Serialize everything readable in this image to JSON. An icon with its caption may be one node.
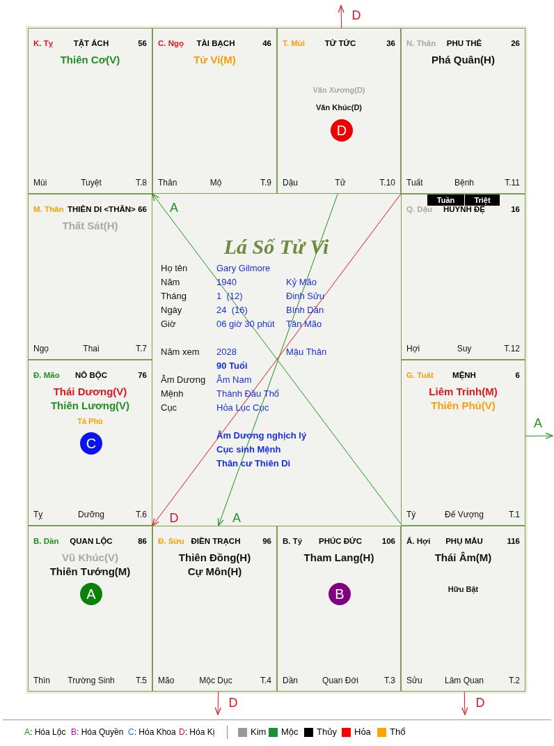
{
  "diagram": {
    "nodes": [
      {
        "text": [
          "K. Tỵ",
          "TẬT ÁCH",
          "56",
          "Thiên Cơ(V)",
          "Mùi",
          "Tuyệt",
          "T.8"
        ]
      },
      {
        "text": [
          "C. Ngọ",
          "TÀI BẠCH",
          "46",
          "Tử Vi(M)",
          "Thân",
          "Mộ",
          "T.9"
        ]
      },
      {
        "text": [
          "T. Mùi",
          "TỬ TỨC",
          "36",
          "Văn Xương(D)",
          "Văn Khúc(D)",
          "Dậu",
          "Tử",
          "T.10"
        ]
      },
      {
        "text": [
          "N. Thân",
          "PHU THÊ",
          "26",
          "Phá Quân(H)",
          "Tuất",
          "Bệnh",
          "T.11"
        ]
      },
      {
        "text": [
          "M. Thân",
          "THIÊN DI <THÂN>",
          "66",
          "Thất Sát(H)",
          "Ngọ",
          "Thai",
          "T.7"
        ]
      },
      {
        "text": [
          "Q. Dậu",
          "HUYNH ĐỆ",
          "16",
          "Hợi",
          "Suy",
          "T.12"
        ]
      },
      {
        "text": [
          "Đ. Mão",
          "NÔ BỘC",
          "76",
          "Thái Dương(V)",
          "Thiên Lương(V)",
          "Tả Phù",
          "Tỵ",
          "Dưỡng",
          "T.6"
        ]
      },
      {
        "text": [
          "G. Tuất",
          "MỆNH",
          "6",
          "Liêm Trinh(M)",
          "Thiên Phủ(V)",
          "Tý",
          "Đế Vượng",
          "T.1"
        ]
      },
      {
        "text": [
          "B. Dần",
          "QUAN LỘC",
          "86",
          "Vũ Khúc(V)",
          "Thiên Tướng(M)",
          "Thìn",
          "Trường Sinh",
          "T.5"
        ]
      },
      {
        "text": [
          "Đ. Sửu",
          "ĐIỀN TRẠCH",
          "96",
          "Thiên Đồng(H)",
          "Cự Môn(H)",
          "Mão",
          "Mộc Dục",
          "T.4"
        ]
      },
      {
        "text": [
          "B. Tý",
          "PHÚC ĐỨC",
          "106",
          "Tham Lang(H)",
          "Dần",
          "Quan Đới",
          "T.3"
        ]
      },
      {
        "text": [
          "Ấ. Hợi",
          "PHỤ MẪU",
          "116",
          "Thái Âm(M)",
          "Hữu Bật",
          "Sửu",
          "Lâm Quan",
          "T.2"
        ]
      },
      {
        "text": [
          "D"
        ],
        "in": 2
      },
      {
        "text": [
          "C"
        ],
        "in": 6
      },
      {
        "text": [
          "A"
        ],
        "in": 8
      },
      {
        "text": [
          "B"
        ],
        "in": 10
      },
      {
        "text": [
          "Tuần"
        ],
        "in": 5
      },
      {
        "text": [
          "Triệt"
        ],
        "in": 5
      }
    ],
    "edges": [
      {
        "from": 7,
        "to": 4,
        "arrow": "to",
        "label": "A",
        "color": "#1f8f1f"
      },
      {
        "from": 2,
        "to": 9,
        "arrow": "to",
        "label": "A",
        "color": "#1f8f1f"
      },
      {
        "from": 3,
        "to": 6,
        "arrow": "to",
        "label": "D",
        "color": "#e0141e"
      },
      {
        "from": 2,
        "to": null,
        "arrow": "to",
        "label": "D",
        "color": "#e0141e"
      },
      {
        "from": 7,
        "to": null,
        "arrow": "to",
        "label": "A",
        "color": "#1f8f1f"
      },
      {
        "from": 9,
        "to": null,
        "arrow": "to",
        "label": "D",
        "color": "#e0141e"
      },
      {
        "from": 11,
        "to": null,
        "arrow": "to",
        "label": "D",
        "color": "#e0141e"
      }
    ],
    "labels": [
      "Lá Số Tử Vi",
      "Họ tên",
      "Gary Gilmore",
      "Năm",
      "1940",
      "Kỷ Mão",
      "Tháng",
      "1  (12)",
      "Đinh Sửu",
      "Ngày",
      "24  (16)",
      "Bính Dần",
      "Giờ",
      "06 giờ 30 phút",
      "Tân Mão",
      "Năm xem",
      "2028",
      "Mậu Thân",
      "90 Tuổi",
      "Âm Dương",
      "Âm Nam",
      "Mệnh",
      "Thành Đầu Thổ",
      "Cục",
      "Hỏa Lục Cục",
      "Âm Dương nghịch lý",
      "Cục sinh Mệnh",
      "Thân cư Thiên Di"
    ],
    "legend": [
      {
        "text": "A: Hóa Lộc"
      },
      {
        "text": "B: Hóa Quyền"
      },
      {
        "text": "C: Hóa Khoa"
      },
      {
        "text": "D: Hóa Kị"
      },
      {
        "text": "Kim",
        "color": "#999999"
      },
      {
        "text": "Mộc",
        "color": "#1a8c3a"
      },
      {
        "text": "Thủy",
        "color": "#000000"
      },
      {
        "text": "Hỏa",
        "color": "#ff0000"
      },
      {
        "text": "Thổ",
        "color": "#ffa500"
      }
    ]
  }
}
